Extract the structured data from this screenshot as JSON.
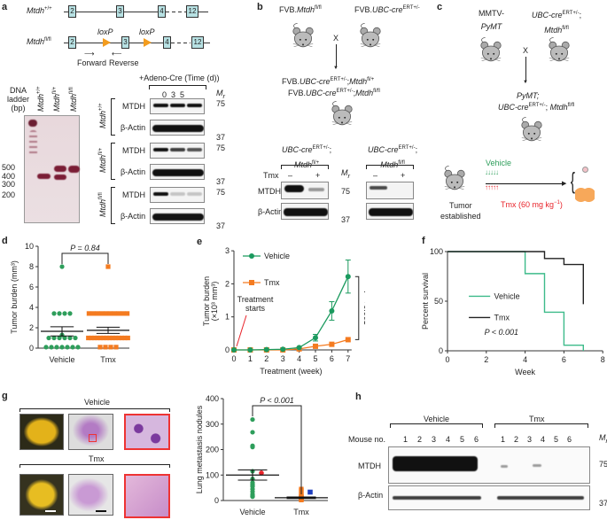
{
  "panels": {
    "a": "a",
    "b": "b",
    "c": "c",
    "d": "d",
    "e": "e",
    "f": "f",
    "g": "g",
    "h": "h"
  },
  "a": {
    "wt": {
      "base": "Mtdh",
      "sup": "+/+"
    },
    "fl": {
      "base": "Mtdh",
      "sup": "fl/fl"
    },
    "exons": [
      "2",
      "3",
      "4",
      "12"
    ],
    "loxp": "loxP",
    "forward": "Forward",
    "reverse": "Reverse",
    "ladder": [
      "DNA",
      "ladder",
      "(bp)"
    ],
    "lanes": [
      {
        "base": "Mtdh",
        "sup": "+/+"
      },
      {
        "base": "Mtdh",
        "sup": "fl/+"
      },
      {
        "base": "Mtdh",
        "sup": "fl/fl"
      }
    ],
    "sizes": [
      "500",
      "400",
      "300",
      "200"
    ],
    "adeno": "+Adeno-Cre (Time (d))",
    "times": [
      "0",
      "3",
      "5"
    ],
    "mr": "M",
    "mr_sub": "r",
    "mtdh": "MTDH",
    "actin": "β-Actin",
    "m75": "75",
    "m37": "37",
    "genotypes": [
      {
        "base": "Mtdh",
        "sup": "+/+"
      },
      {
        "base": "Mtdh",
        "sup": "fl/+"
      },
      {
        "base": "Mtdh",
        "sup": "fl/fl"
      }
    ]
  },
  "b": {
    "parent1": {
      "pre": "FVB.",
      "it": "Mtdh",
      "sup": "fl/fl"
    },
    "parent2": {
      "pre": "FVB.",
      "it": "UBC-cre",
      "sup": "ERT+/-"
    },
    "cross": "X",
    "off1": {
      "pre": "FVB.",
      "it": "UBC-cre",
      "sup": "ERT+/-",
      "mid": ";",
      "it2": "Mtdh",
      "sup2": "fl/+"
    },
    "off2": {
      "pre": "FVB.",
      "it": "UBC-cre",
      "sup": "ERT+/-",
      "mid": ";",
      "it2": "Mtdh",
      "sup2": "fl/fl"
    },
    "g1": {
      "l1": "UBC-cre",
      "s1": "ERT+/-",
      "semi": ";",
      "l2": "Mtdh",
      "s2": "fl/+"
    },
    "g2": {
      "l1": "UBC-cre",
      "s1": "ERT+/-",
      "semi": ";",
      "l2": "Mtdh",
      "s2": "fl/fl"
    },
    "tmx": "Tmx",
    "minus": "–",
    "plus": "+",
    "mtdh": "MTDH",
    "actin": "β-Actin",
    "m75": "75",
    "m37": "37",
    "mr": "M",
    "mr_sub": "r"
  },
  "c": {
    "p1a": "MMTV-",
    "p1b": "PyMT",
    "p2a": "UBC-cre",
    "p2s": "ERT+/-",
    "p2semi": ";",
    "p2b": "Mtdh",
    "p2bs": "fl/fl",
    "cross": "X",
    "o1": "PyMT;",
    "o2a": "UBC-cre",
    "o2s": "ERT+/-",
    "o2semi": "; ",
    "o2b": "Mtdh",
    "o2bs": "fl/fl",
    "tumor1": "Tumor",
    "tumor2": "established",
    "vehicle": "Vehicle",
    "tmx": "Tmx (60 mg kg",
    "tmx_sup": "−1",
    "tmx_end": ")",
    "vehicle_color": "#2e9e5b",
    "tmx_color": "#e8232a"
  },
  "chart_data": [
    {
      "id": "d",
      "type": "scatter",
      "ylabel": "Tumor burden (mm³)",
      "ylim": [
        0,
        10
      ],
      "yticks": [
        "0",
        "2",
        "4",
        "6",
        "8",
        "10"
      ],
      "categories": [
        "Vehicle",
        "Tmx"
      ],
      "annotation": "P = 0.84",
      "series": [
        {
          "name": "Vehicle",
          "color": "#2e9e5b",
          "marker": "circle",
          "values": [
            8,
            3.4,
            3.4,
            3.4,
            3.4,
            1.3,
            1,
            1,
            1,
            1,
            1,
            1,
            0.1,
            0.1,
            0.1,
            0.1,
            0.1,
            0.1,
            0.1
          ],
          "mean": 1.65,
          "sem": 0.45
        },
        {
          "name": "Tmx",
          "color": "#f47b20",
          "marker": "square",
          "values": [
            8,
            3.4,
            3.4,
            3.4,
            3.4,
            3.4,
            3.4,
            3.4,
            3.4,
            3.4,
            3.4,
            1,
            1,
            1,
            1,
            1,
            1,
            1,
            1,
            1,
            1,
            1,
            1,
            1,
            1,
            0.1,
            0.1,
            0.1,
            0.1
          ],
          "mean": 1.75,
          "sem": 0.3
        }
      ]
    },
    {
      "id": "e",
      "type": "line",
      "xlabel": "Treatment (week)",
      "ylabel": "Tumor burden",
      "ylabel2": "(×10³ mm³)",
      "xlim": [
        0,
        7
      ],
      "ylim": [
        0,
        3
      ],
      "x": [
        0,
        1,
        2,
        3,
        4,
        5,
        6,
        7
      ],
      "yticks": [
        "0",
        "1",
        "2",
        "3"
      ],
      "series": [
        {
          "name": "Vehicle",
          "color": "#1a9a5e",
          "marker": "circle",
          "values": [
            0,
            0,
            0.01,
            0.02,
            0.07,
            0.37,
            1.18,
            2.22
          ],
          "err": [
            0,
            0,
            0,
            0,
            0.02,
            0.1,
            0.28,
            0.5
          ]
        },
        {
          "name": "Tmx",
          "color": "#f47b20",
          "marker": "square",
          "values": [
            0,
            0,
            0,
            0,
            0.03,
            0.11,
            0.17,
            0.31
          ],
          "err": [
            0,
            0,
            0,
            0,
            0,
            0.02,
            0.03,
            0.03
          ]
        }
      ],
      "annotation": "P < 0.001",
      "arrow_label": [
        "Treatment",
        "starts"
      ],
      "legend": "top-left"
    },
    {
      "id": "f",
      "type": "line",
      "xlabel": "Week",
      "ylabel": "Percent survival",
      "xlim": [
        0,
        8
      ],
      "ylim": [
        0,
        100
      ],
      "xticks": [
        "0",
        "2",
        "4",
        "6",
        "8"
      ],
      "yticks": [
        "0",
        "50",
        "100"
      ],
      "series": [
        {
          "name": "Vehicle",
          "color": "#3dbb8a",
          "steps": [
            [
              0,
              100
            ],
            [
              4,
              100
            ],
            [
              4,
              77.8
            ],
            [
              5,
              77.8
            ],
            [
              5,
              38.9
            ],
            [
              6,
              38.9
            ],
            [
              6,
              5.6
            ],
            [
              7,
              5.6
            ],
            [
              7,
              0
            ]
          ]
        },
        {
          "name": "Tmx",
          "color": "#222222",
          "steps": [
            [
              0,
              100
            ],
            [
              5,
              100
            ],
            [
              5,
              93
            ],
            [
              6,
              93
            ],
            [
              6,
              87
            ],
            [
              7,
              87
            ],
            [
              7,
              47
            ]
          ]
        }
      ],
      "annotation": "P < 0.001",
      "legend": "center-left"
    },
    {
      "id": "g",
      "type": "scatter",
      "ylabel": "Lung metastasis nodules",
      "ylim": [
        0,
        400
      ],
      "yticks": [
        "0",
        "100",
        "200",
        "300",
        "400"
      ],
      "categories": [
        "Vehicle",
        "Tmx"
      ],
      "annotation": "P < 0.001",
      "series": [
        {
          "name": "Vehicle",
          "color": "#2e9e5b",
          "marker": "circle",
          "values": [
            318,
            268,
            215,
            210,
            115,
            85,
            70,
            65,
            60,
            58,
            55,
            45,
            35,
            25,
            20,
            17,
            15
          ],
          "highlight": {
            "value": 108,
            "color": "#e8232a"
          },
          "mean": 100,
          "sem": 20
        },
        {
          "name": "Tmx",
          "color": "#f47b20",
          "marker": "square",
          "values": [
            45,
            40,
            38,
            25,
            22,
            18,
            15,
            14,
            12,
            10,
            9,
            8,
            7,
            6,
            5,
            4,
            3,
            2
          ],
          "highlight": {
            "value": 33,
            "color": "#1f3fbf"
          },
          "mean": 11,
          "sem": 3
        }
      ]
    }
  ],
  "g": {
    "vehicle": "Vehicle",
    "tmx": "Tmx"
  },
  "h": {
    "vehicle": "Vehicle",
    "tmx": "Tmx",
    "mouse_no": "Mouse no.",
    "mice": [
      "1",
      "2",
      "3",
      "4",
      "5",
      "6"
    ],
    "mtdh": "MTDH",
    "actin": "β-Actin",
    "m75": "75",
    "m37": "37",
    "mr": "M",
    "mr_sub": "r"
  }
}
